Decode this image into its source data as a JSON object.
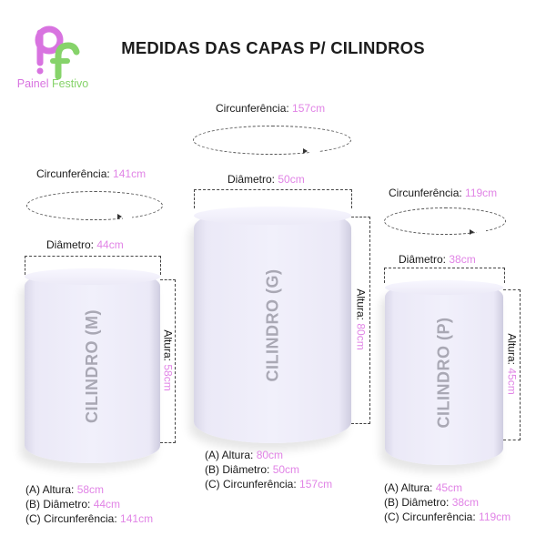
{
  "logo": {
    "brand_word1": "Painel",
    "brand_word2": "Festivo",
    "icon": "pf-balloon-logo-icon",
    "colors": {
      "pink": "#d873e0",
      "green": "#86d36a"
    }
  },
  "title": "MEDIDAS DAS CAPAS P/ CILINDROS",
  "accent_color": "#e184e6",
  "cylinders": {
    "m": {
      "name": "CILINDRO (M)",
      "circ_label": "Circunferência:",
      "circ_value": "141cm",
      "diam_label": "Diâmetro:",
      "diam_value": "44cm",
      "height_label": "Altura:",
      "height_value": "58cm",
      "specs": [
        {
          "prefix": "(A) Altura:",
          "value": "58cm"
        },
        {
          "prefix": "(B) Diâmetro:",
          "value": "44cm"
        },
        {
          "prefix": "(C) Circunferência:",
          "value": "141cm"
        }
      ]
    },
    "g": {
      "name": "CILINDRO (G)",
      "circ_label": "Circunferência:",
      "circ_value": "157cm",
      "diam_label": "Diâmetro:",
      "diam_value": "50cm",
      "height_label": "Altura:",
      "height_value": "80cm",
      "specs": [
        {
          "prefix": "(A) Altura:",
          "value": "80cm"
        },
        {
          "prefix": "(B) Diâmetro:",
          "value": "50cm"
        },
        {
          "prefix": "(C) Circunferência:",
          "value": "157cm"
        }
      ]
    },
    "p": {
      "name": "CILINDRO (P)",
      "circ_label": "Circunferência:",
      "circ_value": "119cm",
      "diam_label": "Diâmetro:",
      "diam_value": "38cm",
      "height_label": "Altura:",
      "height_value": "45cm",
      "specs": [
        {
          "prefix": "(A) Altura:",
          "value": "45cm"
        },
        {
          "prefix": "(B) Diâmetro:",
          "value": "38cm"
        },
        {
          "prefix": "(C) Circunferência:",
          "value": "119cm"
        }
      ]
    }
  }
}
